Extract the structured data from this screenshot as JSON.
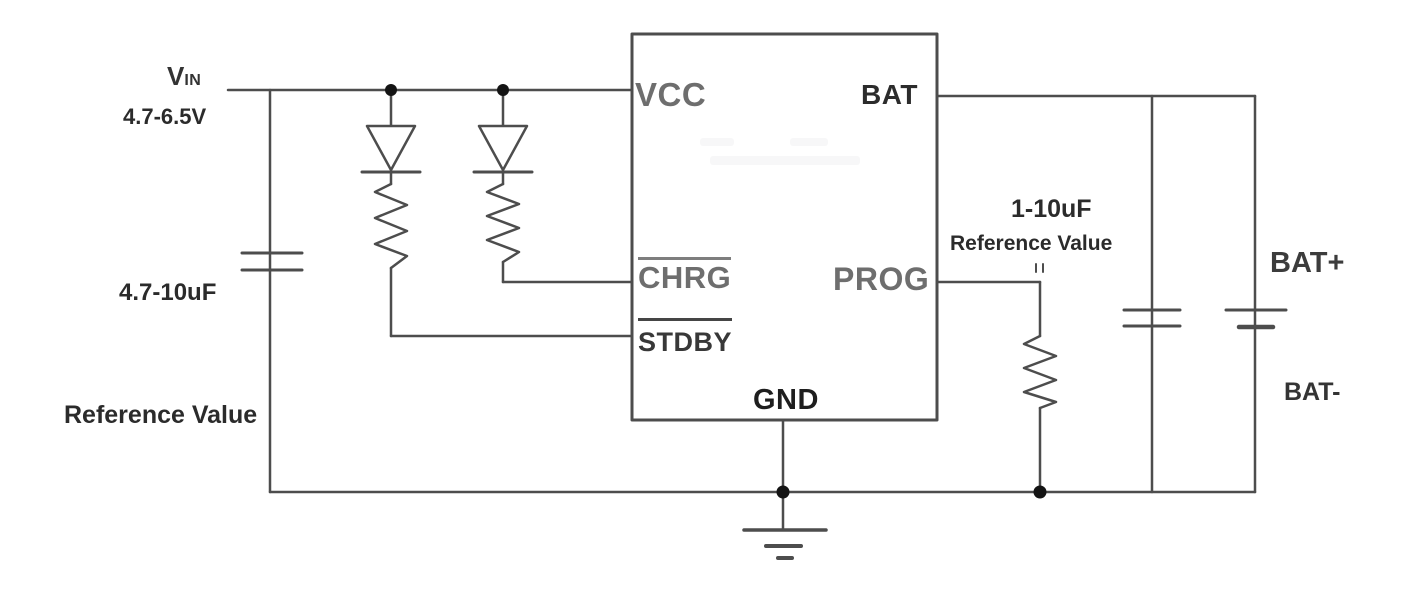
{
  "labels": {
    "vin_main": "V",
    "vin_sub": "IN",
    "vin_range": "4.7-6.5V",
    "input_cap_value": "4.7-10uF",
    "input_cap_note": "Reference Value",
    "prog_value": "1-10uF",
    "prog_note": "Reference Value",
    "bat_plus": "BAT+",
    "bat_minus": "BAT-"
  },
  "ic": {
    "pins": {
      "vcc": "VCC",
      "bat": "BAT",
      "chrg": "CHRG",
      "stdby": "STDBY",
      "prog": "PROG",
      "gnd": "GND"
    }
  },
  "colors": {
    "wire": "#4d4d4d",
    "junction_dot": "#141414",
    "pin_label_gray": "#6e6e6e",
    "text_dark": "#2b2b2b",
    "background": "#ffffff"
  }
}
